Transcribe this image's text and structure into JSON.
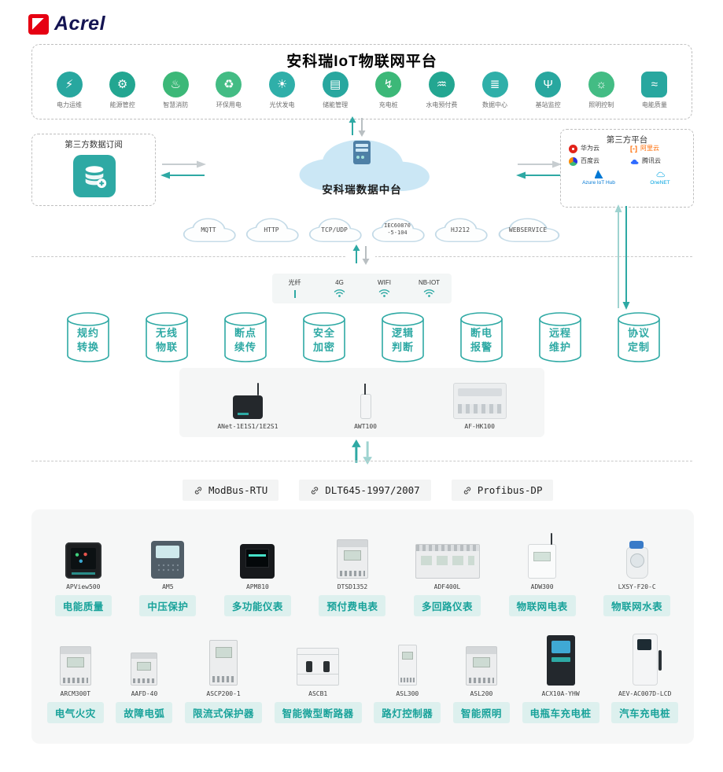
{
  "colors": {
    "accent": "#2EA9A4",
    "chip_bg": "#DDF0EE",
    "chip_text": "#18A29A"
  },
  "logo": {
    "brand": "Acrel"
  },
  "platform": {
    "title": "安科瑞IoT物联网平台",
    "apps": [
      {
        "label": "电力运维",
        "icon": "power-om-icon",
        "glyph": "⚡",
        "color": "#28A79F",
        "shape": "circle"
      },
      {
        "label": "能源管控",
        "icon": "energy-control-icon",
        "glyph": "⚙",
        "color": "#23A691",
        "shape": "circle"
      },
      {
        "label": "智慧消防",
        "icon": "smart-fire-icon",
        "glyph": "♨",
        "color": "#3CB878",
        "shape": "circle"
      },
      {
        "label": "环保用电",
        "icon": "eco-power-icon",
        "glyph": "♻",
        "color": "#43BC84",
        "shape": "circle"
      },
      {
        "label": "光伏发电",
        "icon": "solar-pv-icon",
        "glyph": "☀",
        "color": "#2FAFA9",
        "shape": "circle"
      },
      {
        "label": "储能管理",
        "icon": "energy-storage-icon",
        "glyph": "▤",
        "color": "#28A79F",
        "shape": "circle"
      },
      {
        "label": "充电桩",
        "icon": "ev-charging-icon",
        "glyph": "↯",
        "color": "#3CB878",
        "shape": "circle"
      },
      {
        "label": "水电预付费",
        "icon": "prepaid-utility-icon",
        "glyph": "♒",
        "color": "#23A691",
        "shape": "circle"
      },
      {
        "label": "数据中心",
        "icon": "data-center-icon",
        "glyph": "≣",
        "color": "#2FAFA9",
        "shape": "circle"
      },
      {
        "label": "基站监控",
        "icon": "base-station-icon",
        "glyph": "Ψ",
        "color": "#28A79F",
        "shape": "circle"
      },
      {
        "label": "照明控制",
        "icon": "lighting-control-icon",
        "glyph": "☼",
        "color": "#43BC84",
        "shape": "circle"
      },
      {
        "label": "电能质量",
        "icon": "power-quality-icon",
        "glyph": "≈",
        "color": "#28A79F",
        "shape": "square"
      }
    ]
  },
  "integration": {
    "subscribe_box": {
      "title": "第三方数据订阅"
    },
    "data_hub": {
      "label": "安科瑞数据中台"
    },
    "thirdparty_box": {
      "title": "第三方平台",
      "vendors": [
        {
          "name": "华为云",
          "icon": "huawei-cloud-icon",
          "style": "flower",
          "color": "#E2231A",
          "text_color": "#333333",
          "stacked": false
        },
        {
          "name": "阿里云",
          "icon": "alibaba-cloud-icon",
          "style": "bracket",
          "color": "#FF6A00",
          "text_color": "#FF6A00",
          "stacked": false
        },
        {
          "name": "百度云",
          "icon": "baidu-cloud-icon",
          "style": "multi",
          "color": "#2932E1",
          "text_color": "#333333",
          "stacked": false
        },
        {
          "name": "腾讯云",
          "icon": "tencent-cloud-icon",
          "style": "cloud",
          "color": "#2F6BFF",
          "text_color": "#333333",
          "stacked": false
        },
        {
          "name": "Azure IoT Hub",
          "icon": "azure-iot-hub-icon",
          "style": "azure",
          "color": "#0078D4",
          "text_color": "#0078D4",
          "stacked": true
        },
        {
          "name": "OneNET",
          "icon": "onenet-icon",
          "style": "cloud-outline",
          "color": "#00A3E0",
          "text_color": "#00A3E0",
          "stacked": true
        }
      ]
    },
    "protocols": [
      {
        "label": "MQTT"
      },
      {
        "label": "HTTP"
      },
      {
        "label": "TCP/UDP"
      },
      {
        "label": "IEC60870",
        "label2": "-5-104"
      },
      {
        "label": "HJ212"
      },
      {
        "label": "WEBSERVICE"
      }
    ]
  },
  "network": {
    "links": [
      {
        "label": "光纤",
        "icon": "fiber-icon"
      },
      {
        "label": "4G",
        "icon": "wifi-icon"
      },
      {
        "label": "WIFI",
        "icon": "wifi-icon"
      },
      {
        "label": "NB-IOT",
        "icon": "wifi-icon"
      }
    ]
  },
  "capabilities": [
    {
      "label": "规约转换"
    },
    {
      "label": "无线物联"
    },
    {
      "label": "断点续传"
    },
    {
      "label": "安全加密"
    },
    {
      "label": "逻辑判断"
    },
    {
      "label": "断电报警"
    },
    {
      "label": "远程维护"
    },
    {
      "label": "协议定制"
    }
  ],
  "gateways": [
    {
      "model": "ANet-1E1S1/1E2S1",
      "kind": "gateway-black"
    },
    {
      "model": "AWT100",
      "kind": "gateway-stick"
    },
    {
      "model": "AF-HK100",
      "kind": "gateway-panel"
    }
  ],
  "field_protocols": [
    {
      "label": "ModBus-RTU"
    },
    {
      "label": "DLT645-1997/2007"
    },
    {
      "label": "Profibus-DP"
    }
  ],
  "devices": {
    "row1": [
      {
        "model": "APView500",
        "label": "电能质量",
        "kind": "panel-color"
      },
      {
        "model": "AM5",
        "label": "中压保护",
        "kind": "panel-blue"
      },
      {
        "model": "APM810",
        "label": "多功能仪表",
        "kind": "panel-dark"
      },
      {
        "model": "DTSD1352",
        "label": "预付费电表",
        "kind": "din-meter"
      },
      {
        "model": "ADF400L",
        "label": "多回路仪表",
        "kind": "din-long"
      },
      {
        "model": "ADW300",
        "label": "物联网电表",
        "kind": "iot-meter"
      },
      {
        "model": "LXSY-F20-C",
        "label": "物联网水表",
        "kind": "water-meter"
      }
    ],
    "row2": [
      {
        "model": "ARCM300T",
        "label": "电气火灾",
        "kind": "din-meter"
      },
      {
        "model": "AAFD-40",
        "label": "故障电弧",
        "kind": "din-small"
      },
      {
        "model": "ASCP200-1",
        "label": "限流式保护器",
        "kind": "din-tall"
      },
      {
        "model": "ASCB1",
        "label": "智能微型断路器",
        "kind": "breaker"
      },
      {
        "model": "ASL300",
        "label": "路灯控制器",
        "kind": "din-slim"
      },
      {
        "model": "ASL200",
        "label": "智能照明",
        "kind": "din-meter"
      },
      {
        "model": "ACX10A-YHW",
        "label": "电瓶车充电桩",
        "kind": "charger-cabinet"
      },
      {
        "model": "AEV-AC007D-LCD",
        "label": "汽车充电桩",
        "kind": "charger-pillar"
      }
    ]
  }
}
